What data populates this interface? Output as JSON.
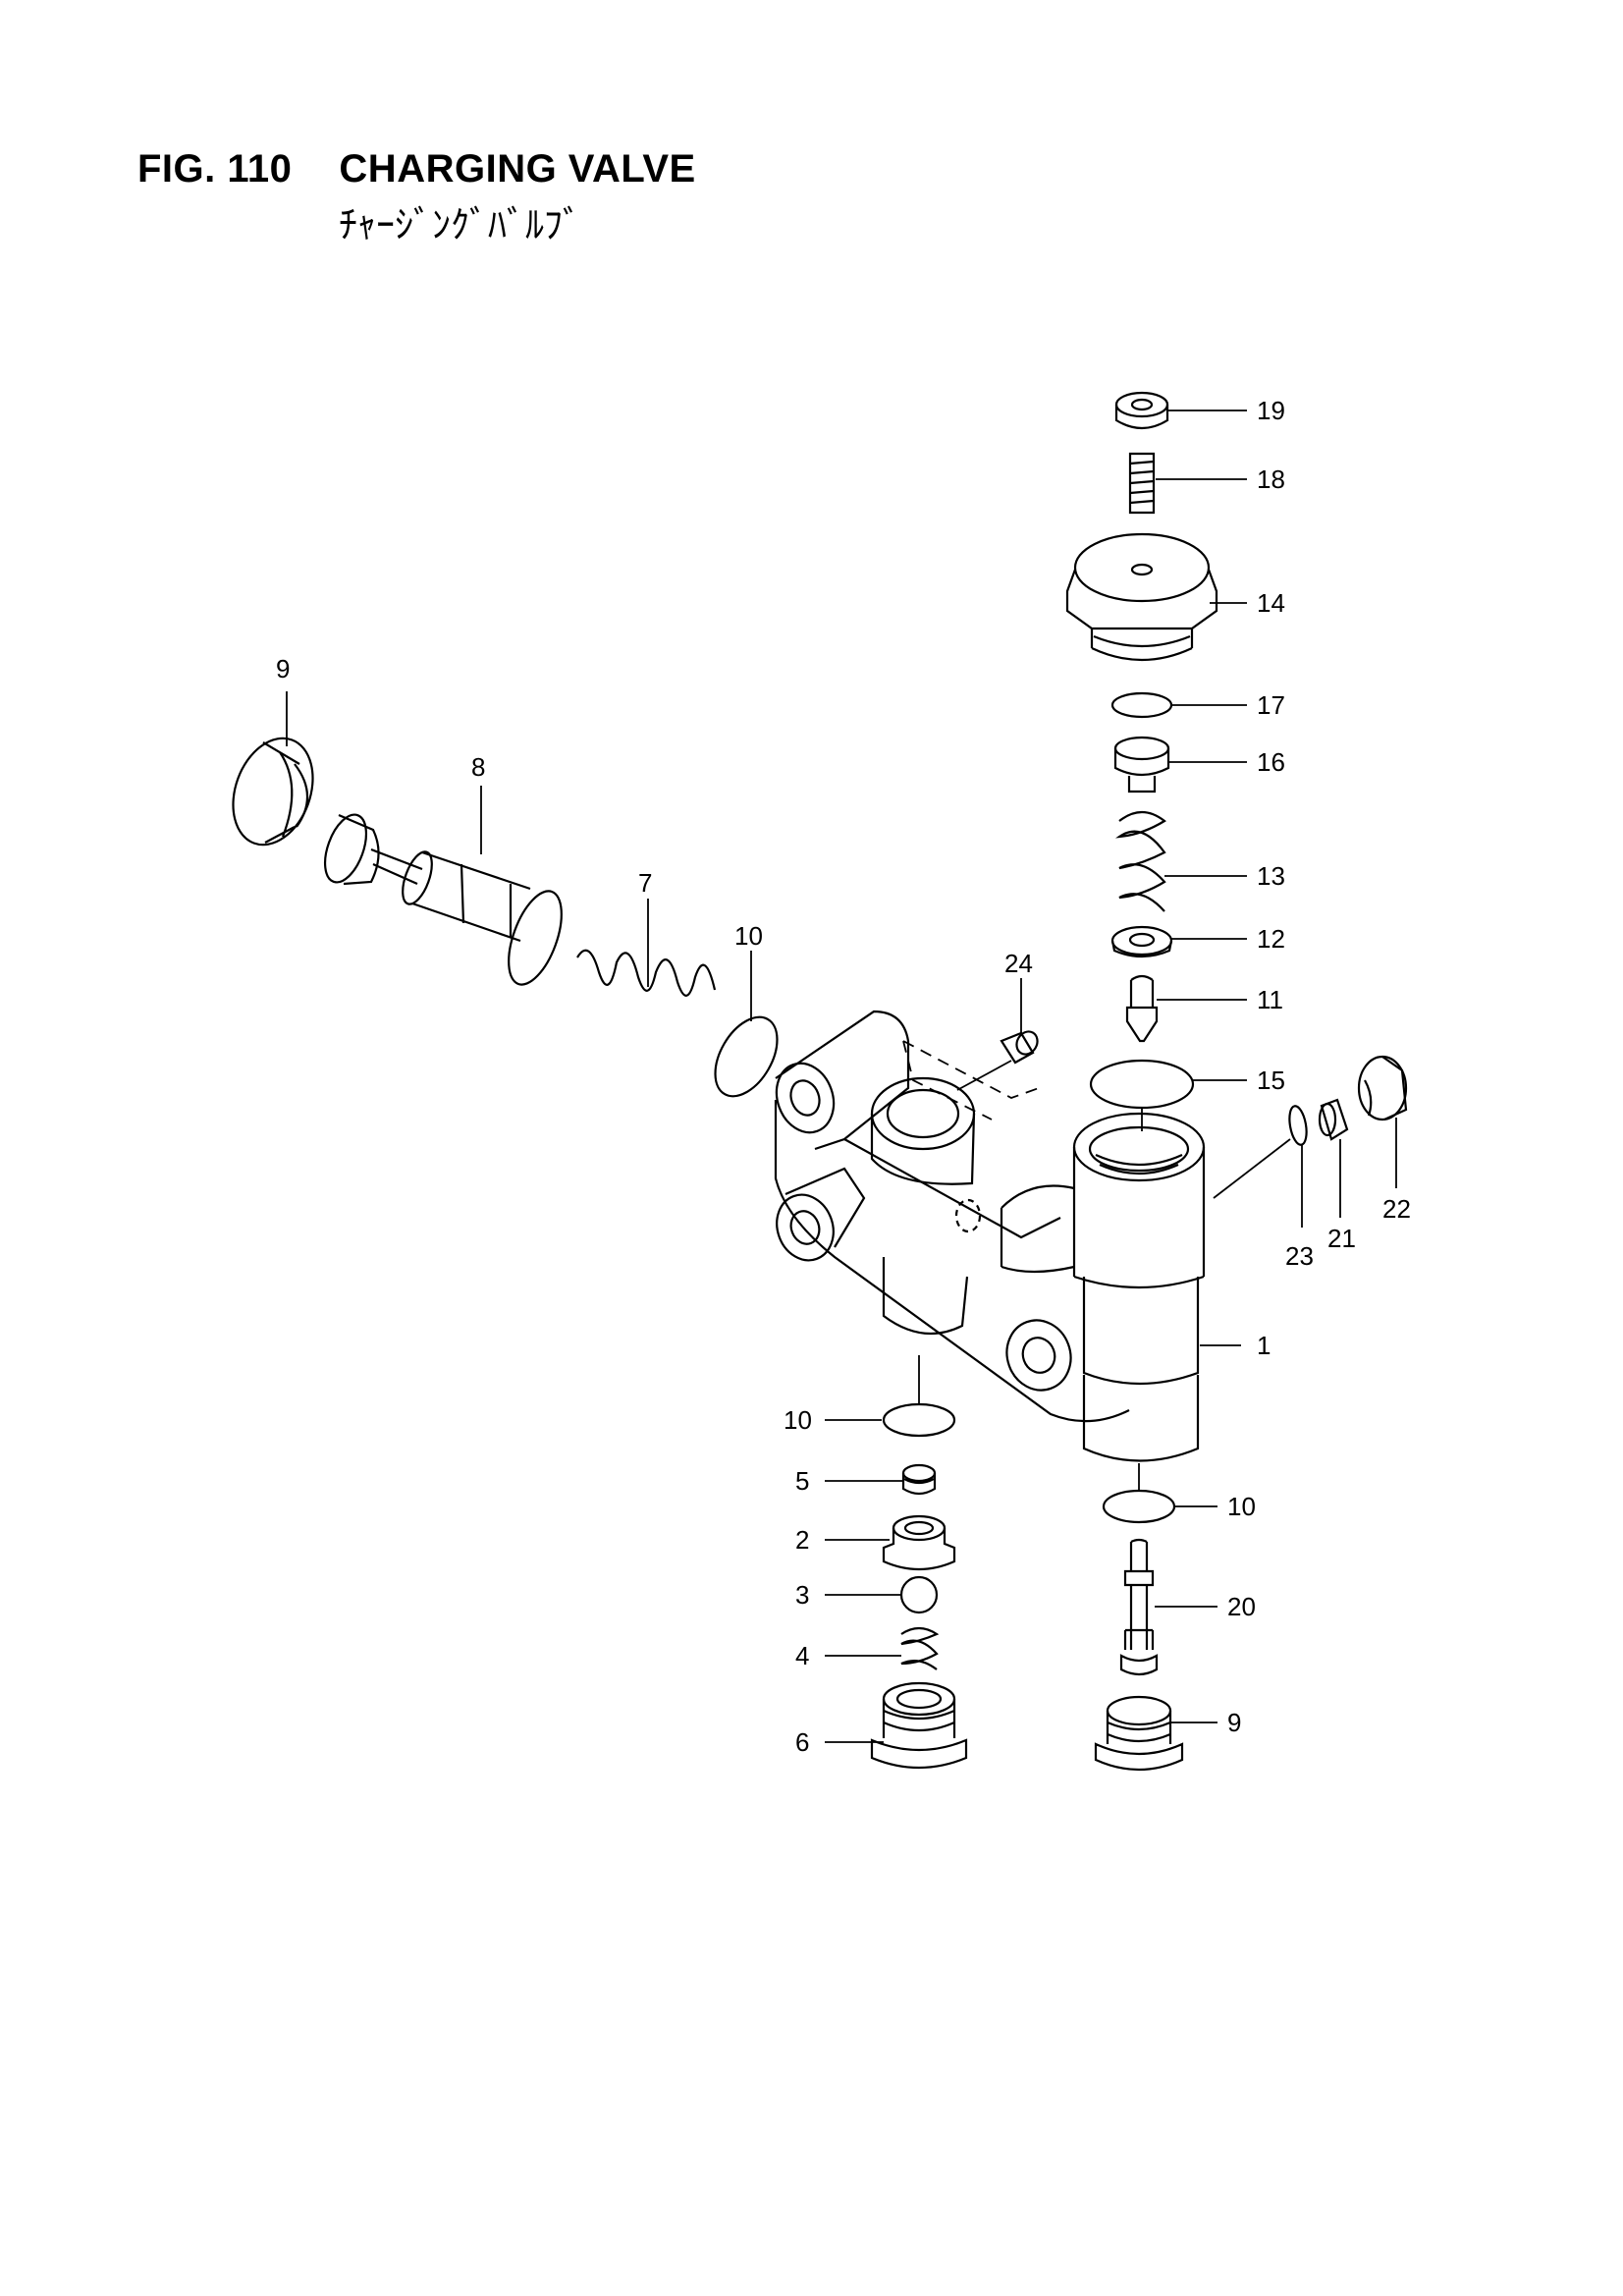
{
  "figure": {
    "number": "FIG. 110",
    "title": "CHARGING VALVE",
    "subtitle": "ﾁｬｰｼﾞﾝｸﾞﾊﾞﾙﾌﾞ"
  },
  "callouts": [
    "19",
    "18",
    "14",
    "17",
    "16",
    "13",
    "12",
    "11",
    "15",
    "9",
    "8",
    "7",
    "10",
    "24",
    "23",
    "21",
    "22",
    "1",
    "10",
    "5",
    "2",
    "3",
    "4",
    "6",
    "10",
    "20",
    "9"
  ]
}
